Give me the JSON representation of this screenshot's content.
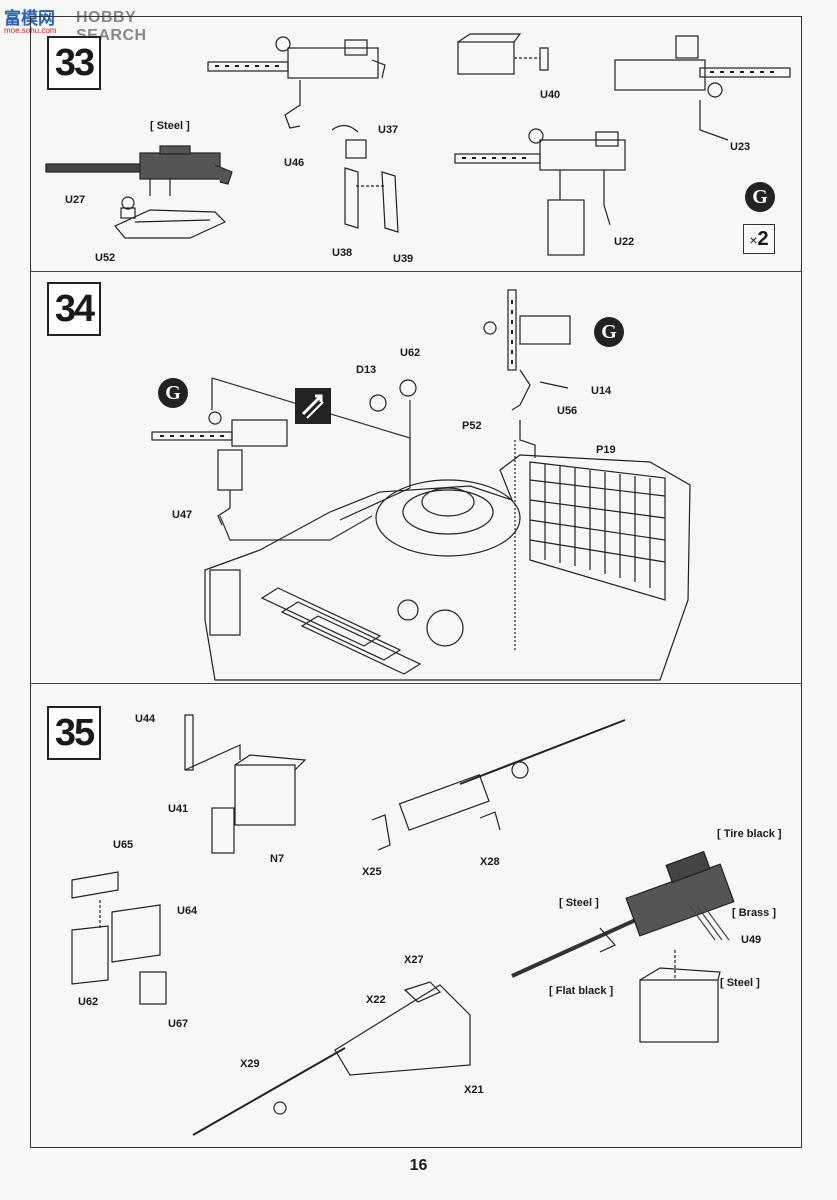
{
  "watermark": {
    "cn": "富模网",
    "en": "HOBBY SEARCH",
    "url": "moe.sohu.com"
  },
  "steps": [
    {
      "number": "33"
    },
    {
      "number": "34"
    },
    {
      "number": "35"
    }
  ],
  "step33": {
    "labels": {
      "steel": "[ Steel ]",
      "u27": "U27",
      "u52": "U52",
      "u46": "U46",
      "u37": "U37",
      "u38": "U38",
      "u39": "U39",
      "u40": "U40",
      "u22": "U22",
      "u23": "U23"
    },
    "badge": "G",
    "multiplier": "2",
    "multiplier_sign": "×"
  },
  "step34": {
    "labels": {
      "u62": "U62",
      "d13": "D13",
      "u14": "U14",
      "u56": "U56",
      "p52": "P52",
      "p19": "P19",
      "u47": "U47"
    },
    "badge_left": "G",
    "badge_right": "G",
    "swap_icon": "swap-arrows-icon"
  },
  "step35": {
    "labels": {
      "u44": "U44",
      "u41": "U41",
      "n7": "N7",
      "x25": "X25",
      "x28": "X28",
      "u65": "U65",
      "u64": "U64",
      "u62": "U62",
      "u67": "U67",
      "x27": "X27",
      "x22": "X22",
      "x21": "X21",
      "x29": "X29",
      "tire_black": "[ Tire black ]",
      "steel_a": "[ Steel ]",
      "brass": "[ Brass ]",
      "u49": "U49",
      "steel_b": "[ Steel ]",
      "flat_black": "[ Flat black ]"
    }
  },
  "page_number": "16"
}
